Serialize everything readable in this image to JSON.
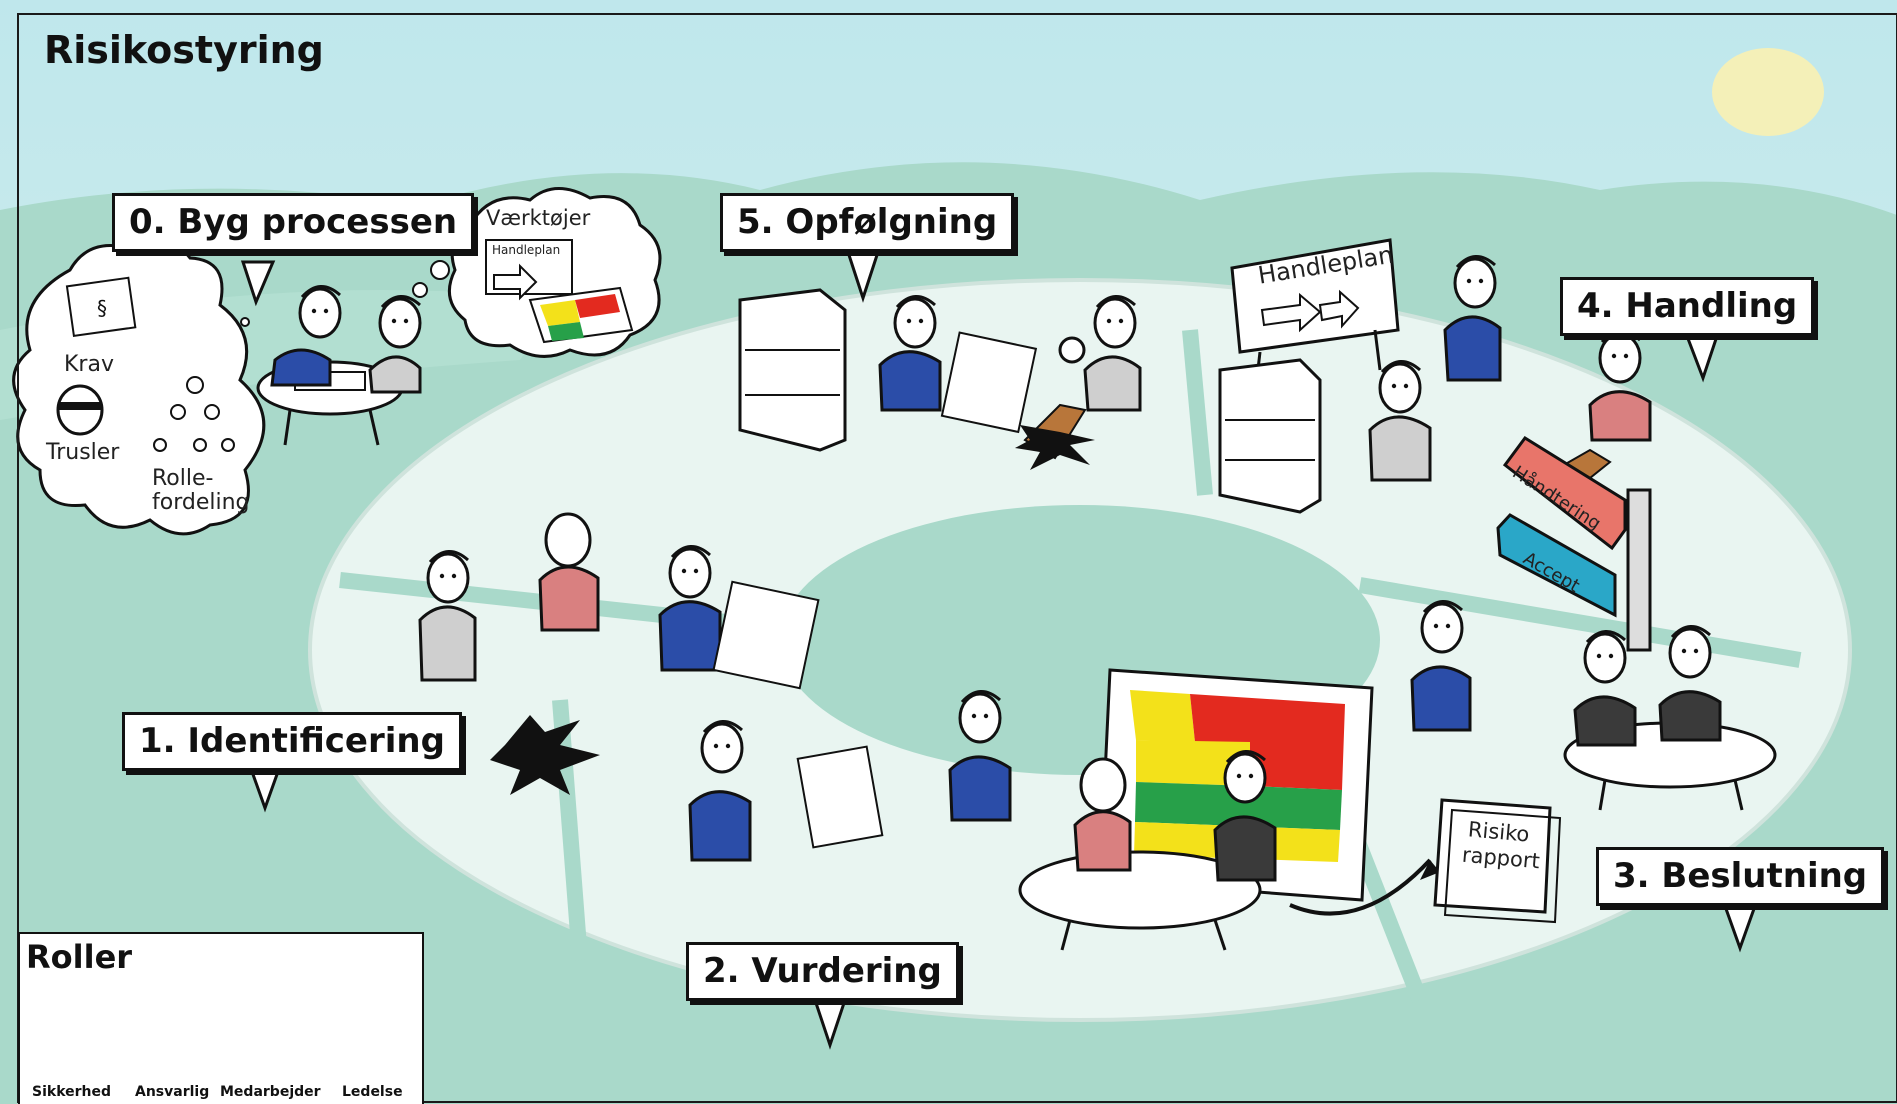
{
  "title": "Risikostyring",
  "steps": {
    "s0": "0. Byg processen",
    "s1": "1. Identificering",
    "s2": "2. Vurdering",
    "s3": "3. Beslutning",
    "s4": "4. Handling",
    "s5": "5. Opfølgning"
  },
  "thought_bubble_left": {
    "krav": "Krav",
    "trusler": "Trusler",
    "rolle_line1": "Rolle-",
    "rolle_line2": "fordeling"
  },
  "thought_bubble_right": {
    "tools": "Værktøjer",
    "plan": "Handleplan"
  },
  "board_label": "Handleplan",
  "signpost": {
    "upper": "Håndtering",
    "lower": "Accept"
  },
  "report": {
    "line1": "Risiko",
    "line2": "rapport"
  },
  "roles": {
    "title": "Roller",
    "items": [
      {
        "label": "Sikkerhed",
        "color": "#1f3f9a"
      },
      {
        "label": "Ansvarlig",
        "color": "#d98080"
      },
      {
        "label": "Medarbejder",
        "color": "#cfcfcf"
      },
      {
        "label": "Ledelse",
        "color": "#3a3a3a"
      }
    ]
  },
  "colors": {
    "sky": "#cfeef0",
    "ground": "#a7d8c9",
    "track": "#eef6f3",
    "sun": "#f4f0b8",
    "red": "#e32a1f",
    "yellow": "#f3e11a",
    "green": "#27a049",
    "sign_red": "#e8756a",
    "sign_blue": "#2aa7c8"
  }
}
